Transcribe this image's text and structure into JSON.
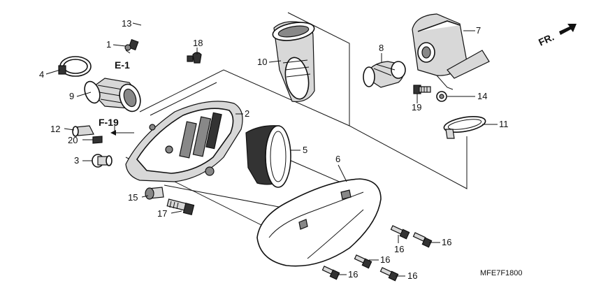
{
  "diagram": {
    "part_labels": [
      "1",
      "2",
      "3",
      "4",
      "5",
      "6",
      "7",
      "8",
      "9",
      "10",
      "11",
      "12",
      "13",
      "14",
      "15",
      "16",
      "17",
      "18",
      "19",
      "20"
    ],
    "bolt_labels_16": [
      "16",
      "16",
      "16",
      "16",
      "16"
    ],
    "refs": {
      "e1": "E-1",
      "f19": "F-19",
      "front": "FR."
    },
    "diagram_code": "MFE7F1800"
  }
}
